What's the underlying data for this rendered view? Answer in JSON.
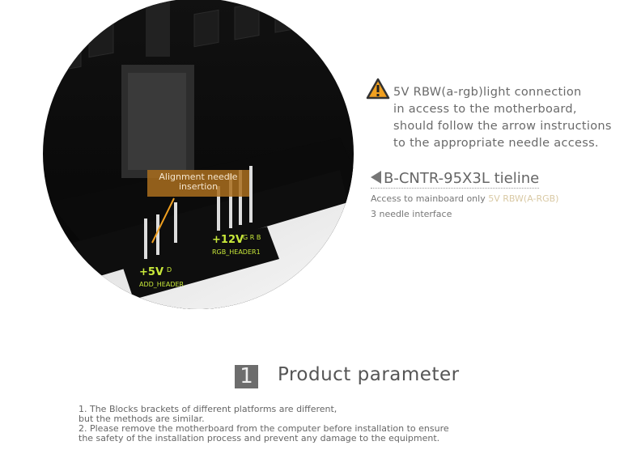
{
  "photo": {
    "callout": [
      "Alignment needle",
      "insertion"
    ],
    "header_labels": [
      "+5V",
      "D",
      "ADD_HEADER",
      "+12V",
      "G R B",
      "RGB_HEADER1"
    ]
  },
  "warning": {
    "lines": [
      "5V RBW(a-rgb)light connection",
      "in access to the motherboard,",
      "should follow the arrow instructions",
      "to the appropriate needle access."
    ]
  },
  "tieline": {
    "title": "B-CNTR-95X3L tieline",
    "access_prefix": "Access to mainboard only ",
    "access_highlight": "5V RBW(A-RGB)",
    "interface": "3 needle interface"
  },
  "section": {
    "number": "1",
    "title": "Product parameter"
  },
  "notes": [
    "1. The Blocks  brackets of different platforms are different,",
    "but the methods are similar.",
    "2. Please remove the motherboard from the computer before installation to ensure",
    "the safety of the installation process and prevent any damage to the equipment."
  ],
  "colors": {
    "warning": "#f0a020",
    "accent": "#d9c9a4",
    "label_green": "#c8e83a"
  }
}
